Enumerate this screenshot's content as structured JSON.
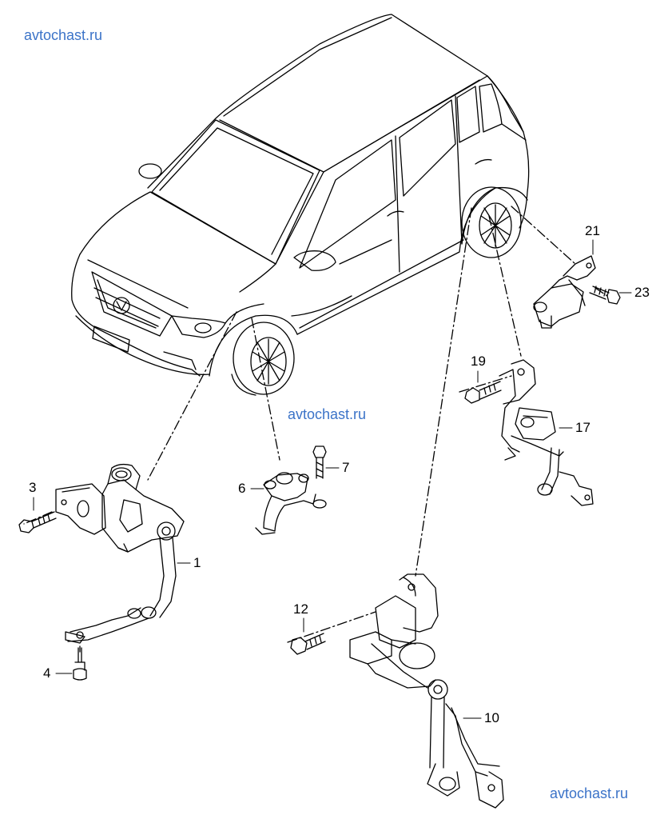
{
  "watermarks": {
    "top_left": "avtochast.ru",
    "middle": "avtochast.ru",
    "bottom_right": "avtochast.ru"
  },
  "callouts": {
    "c1": "1",
    "c3": "3",
    "c4": "4",
    "c6": "6",
    "c7": "7",
    "c10": "10",
    "c12": "12",
    "c17": "17",
    "c19": "19",
    "c21": "21",
    "c23": "23"
  }
}
